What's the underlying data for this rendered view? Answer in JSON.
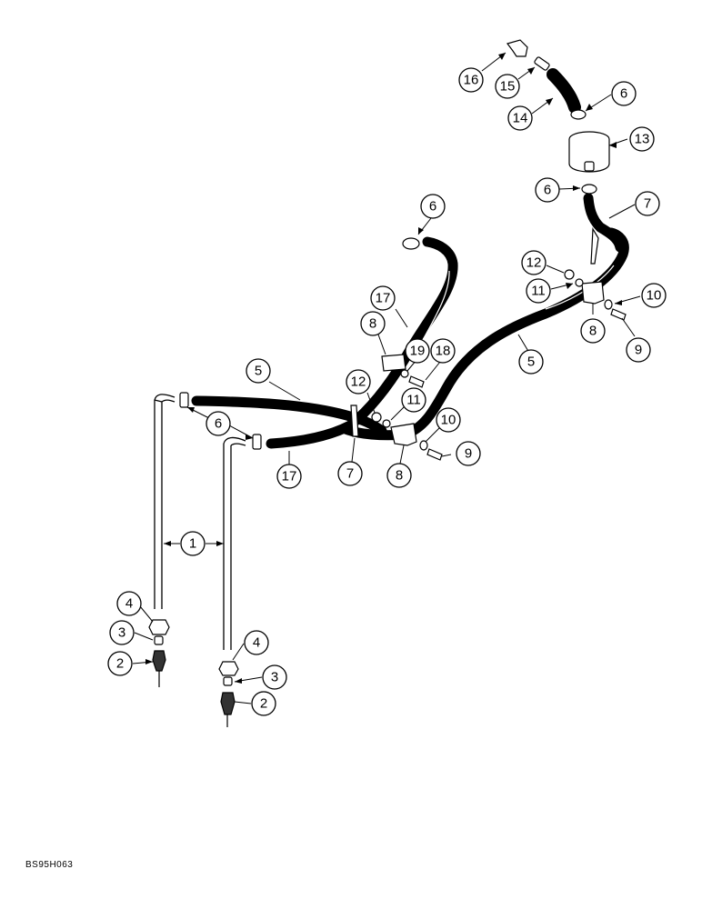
{
  "figure_id": "BS95H063",
  "callouts": {
    "c16": "16",
    "c15": "15",
    "c14": "14",
    "c6a": "6",
    "c13": "13",
    "c6b": "6",
    "c7a": "7",
    "c6c": "6",
    "c17a": "17",
    "c12a": "12",
    "c11a": "11",
    "c10a": "10",
    "c8a": "8",
    "c9a": "9",
    "c8b": "8",
    "c19": "19",
    "c18": "18",
    "c5a": "5",
    "c5b": "5",
    "c12b": "12",
    "c11b": "11",
    "c6d": "6",
    "c10b": "10",
    "c9b": "9",
    "c17b": "17",
    "c7b": "7",
    "c8c": "8",
    "c1": "1",
    "c4a": "4",
    "c3a": "3",
    "c2a": "2",
    "c4b": "4",
    "c3b": "3",
    "c2b": "2"
  }
}
